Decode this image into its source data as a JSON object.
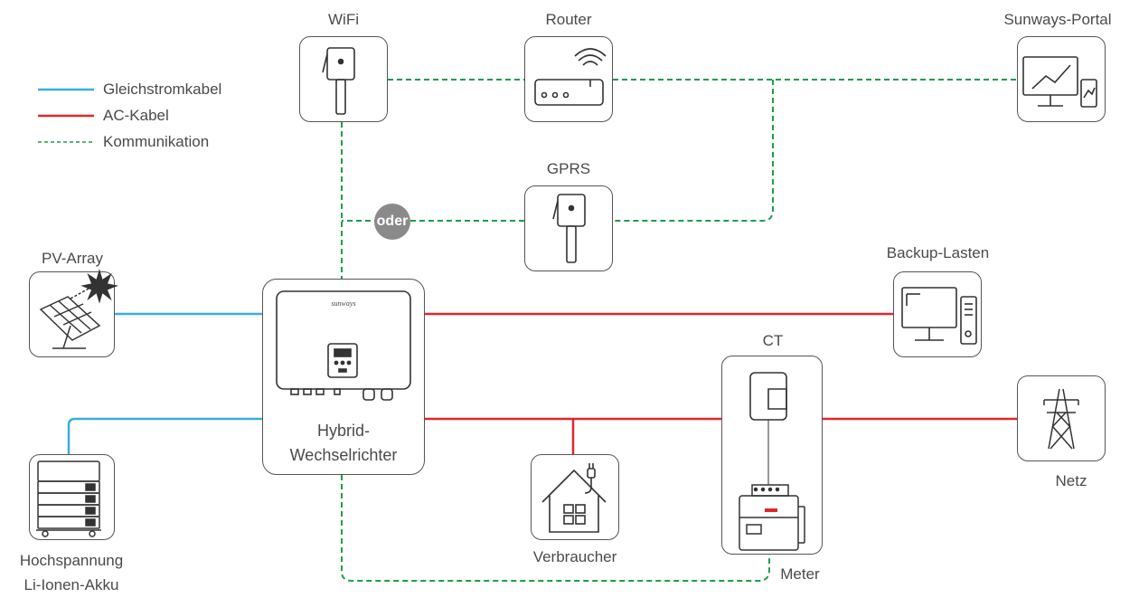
{
  "legend": {
    "dc_label": "Gleichstromkabel",
    "ac_label": "AC-Kabel",
    "comm_label": "Kommunikation"
  },
  "colors": {
    "dc": "#3aaedc",
    "ac": "#e0272d",
    "comm": "#1e9e4a",
    "frame": "#555555"
  },
  "nodes": {
    "wifi": "WiFi",
    "router": "Router",
    "portal": "Sunways-Portal",
    "gprs": "GPRS",
    "or_badge": "oder",
    "pv": "PV-Array",
    "backup": "Backup-Lasten",
    "ct": "CT",
    "inverter_line1": "Hybrid-",
    "inverter_line2": "Wechselrichter",
    "inverter_brand": "sunways",
    "battery_line1": "Hochspannung",
    "battery_line2": "Li-Ionen-Akku",
    "consumer": "Verbraucher",
    "meter": "Meter",
    "grid": "Netz"
  }
}
